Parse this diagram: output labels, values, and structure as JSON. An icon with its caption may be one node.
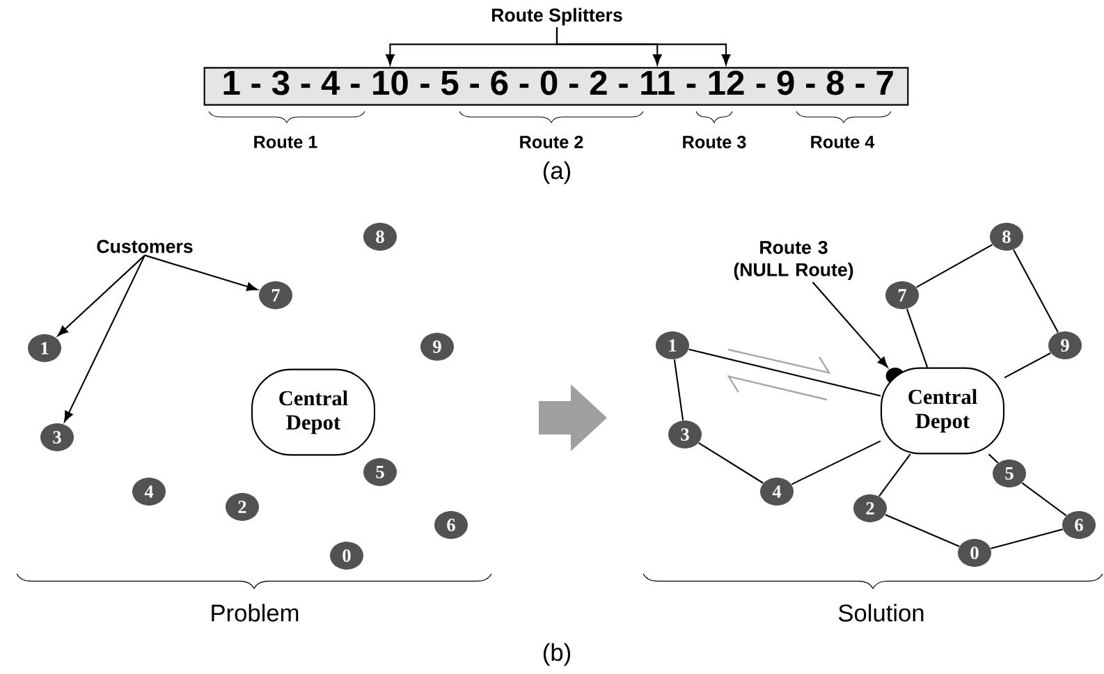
{
  "diagram": {
    "nodes": [
      {
        "text": [
          "Route Splitters"
        ]
      },
      {
        "text": [],
        "shape": "bar"
      },
      {
        "text": [
          "1 - 3 - 4 -"
        ],
        "in": 1
      },
      {
        "text": [
          "10"
        ],
        "in": 1
      },
      {
        "text": [
          "- 5 - 6 - 0 - 2 -"
        ],
        "in": 1
      },
      {
        "text": [
          "11"
        ],
        "in": 1
      },
      {
        "text": [
          "-"
        ],
        "in": 1
      },
      {
        "text": [
          "12"
        ],
        "in": 1
      },
      {
        "text": [
          "- 9 - 8 - 7"
        ],
        "in": 1
      },
      {
        "text": [
          "Customers"
        ]
      },
      {
        "text": [
          "8"
        ]
      },
      {
        "text": [
          "7"
        ]
      },
      {
        "text": [
          "1"
        ]
      },
      {
        "text": [
          "9"
        ]
      },
      {
        "text": [
          "Central Depot"
        ]
      },
      {
        "text": [
          "3"
        ]
      },
      {
        "text": [
          "5"
        ]
      },
      {
        "text": [
          "4"
        ]
      },
      {
        "text": [
          "2"
        ]
      },
      {
        "text": [
          "6"
        ]
      },
      {
        "text": [
          "0"
        ]
      },
      {
        "text": [
          "Route 3 (NULL Route)"
        ]
      },
      {
        "text": [
          "8"
        ]
      },
      {
        "text": [
          "7"
        ]
      },
      {
        "text": [
          "1"
        ]
      },
      {
        "text": [
          "9"
        ]
      },
      {
        "text": [],
        "shape": "circle"
      },
      {
        "text": [
          "Central Depot"
        ]
      },
      {
        "text": [
          "3"
        ]
      },
      {
        "text": [
          "5"
        ]
      },
      {
        "text": [
          "4"
        ]
      },
      {
        "text": [
          "2"
        ]
      },
      {
        "text": [
          "6"
        ]
      },
      {
        "text": [
          "0"
        ]
      }
    ],
    "edges": [
      {
        "from": 0,
        "to": 3,
        "arrow": "to"
      },
      {
        "from": 0,
        "to": 5,
        "arrow": "to"
      },
      {
        "from": 0,
        "to": 7,
        "arrow": "to"
      },
      {
        "from": 9,
        "to": 11,
        "arrow": "to"
      },
      {
        "from": 9,
        "to": 12,
        "arrow": "to"
      },
      {
        "from": 9,
        "to": 15,
        "arrow": "to"
      },
      {
        "from": 21,
        "to": 26,
        "arrow": "to"
      },
      {
        "from": 24,
        "to": 27,
        "arrow": "none"
      },
      {
        "from": 24,
        "to": 28,
        "arrow": "none"
      },
      {
        "from": 28,
        "to": 30,
        "arrow": "none"
      },
      {
        "from": 30,
        "to": 27,
        "arrow": "none"
      },
      {
        "from": 27,
        "to": 31,
        "arrow": "none"
      },
      {
        "from": 31,
        "to": 33,
        "arrow": "none"
      },
      {
        "from": 33,
        "to": 32,
        "arrow": "none"
      },
      {
        "from": 32,
        "to": 29,
        "arrow": "none"
      },
      {
        "from": 29,
        "to": 27,
        "arrow": "none"
      },
      {
        "from": 27,
        "to": 25,
        "arrow": "none"
      },
      {
        "from": 25,
        "to": 22,
        "arrow": "none"
      },
      {
        "from": 22,
        "to": 23,
        "arrow": "none"
      },
      {
        "from": 23,
        "to": 27,
        "arrow": "none"
      }
    ],
    "labels": [
      "Route 1",
      "Route 2",
      "Route 3",
      "Route 4",
      "(a)",
      "Problem",
      "Solution",
      "(b)"
    ]
  }
}
